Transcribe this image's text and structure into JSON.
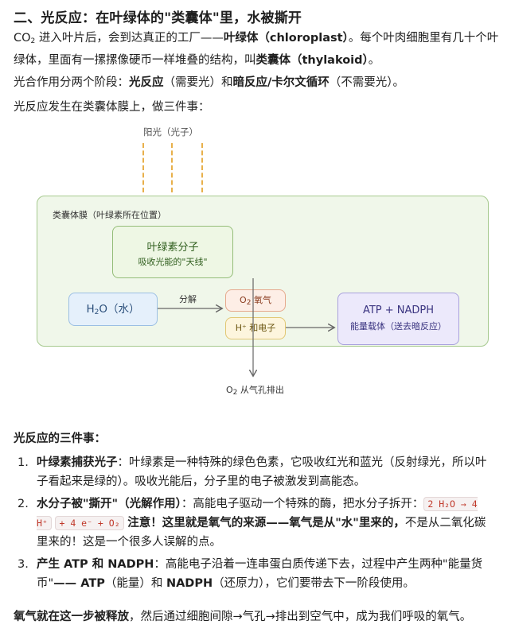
{
  "heading": "二、光反应：在叶绿体的\"类囊体\"里，水被撕开",
  "intro": {
    "co": "CO",
    "sub2": "2",
    "rest1": " 进入叶片后，会到达真正的工厂——",
    "chloro": "叶绿体（chloroplast）",
    "rest2": "。每个叶肉细胞里有几十个叶绿体，里面有一摞摞像硬币一样堆叠的结构，叫",
    "thyla": "类囊体（thylakoid）",
    "rest3": "。"
  },
  "stages": {
    "pre": "光合作用分两个阶段：",
    "light": "光反应",
    "mid1": "（需要光）和",
    "dark": "暗反应/卡尔文循环",
    "mid2": "（不需要光）。"
  },
  "lead": "光反应发生在类囊体膜上，做三件事：",
  "diagram": {
    "sun": "阳光（光子）",
    "membrane": "类囊体膜（叶绿素所在位置）",
    "chl_title": "叶绿素分子",
    "chl_sub": "吸收光能的\"天线\"",
    "h2o_main": "H",
    "h2o_sub": "2",
    "h2o_rest": "O（水）",
    "split": "分解",
    "o2_main": "O",
    "o2_sub": "2",
    "o2_rest": " 氧气",
    "hplus": "H⁺ 和电子",
    "atp_title": "ATP + NADPH",
    "atp_sub": "能量载体（送去暗反应）",
    "out_main": "O",
    "out_sub": "2",
    "out_rest": " 从气孔排出"
  },
  "three_title": "光反应的三件事：",
  "items": [
    {
      "num": "1.",
      "bold": "叶绿素捕获光子",
      "text": "：叶绿素是一种特殊的绿色色素，它吸收红光和蓝光（反射绿光，所以叶子看起来是绿的）。吸收光能后，分子里的电子被激发到高能态。"
    },
    {
      "num": "2.",
      "bold": "水分子被\"撕开\"（光解作用）",
      "text": "：高能电子驱动一个特殊的酶，把水分子拆开：",
      "code1": "2 H₂O → 4 H⁺",
      "code2": "+ 4 e⁻ + O₂",
      "bold2": "注意！这里就是氧气的来源——氧气是从\"水\"里来的，",
      "text2": "不是从二氧化碳里来的！这是一个很多人误解的点。"
    },
    {
      "num": "3.",
      "bold": "产生 ATP 和 NADPH",
      "text": "：高能电子沿着一连串蛋白质传递下去，过程中产生两种\"能量货币\"",
      "bold2": "—— ATP",
      "text2": "（能量）和 ",
      "bold3": "NADPH",
      "text3": "（还原力），它们要带去下一阶段使用。"
    }
  ],
  "closing": {
    "bold": "氧气就在这一步被释放",
    "rest": "，然后通过细胞间隙→气孔→排出到空气中，成为我们呼吸的氧气。"
  }
}
